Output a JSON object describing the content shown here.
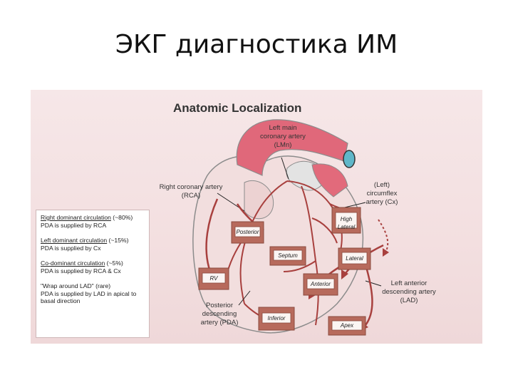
{
  "slide": {
    "title": "ЭКГ диагностика ИМ"
  },
  "figure": {
    "title": "Anatomic Localization",
    "labels": {
      "lmn": "Left main coronary artery (LMn)",
      "rca": "Right coronary artery (RCA)",
      "cx": "(Left) circumflex artery (Cx)",
      "lad": "Left anterior descending artery (LAD)",
      "pda": "Posterior descending artery (PDA)"
    },
    "walls": {
      "high_lateral": "High Lateral",
      "posterior": "Posterior",
      "septum": "Septum",
      "lateral": "Lateral",
      "rv": "RV",
      "anterior": "Anterior",
      "inferior": "Inferior",
      "apex": "Apex"
    },
    "legend": [
      {
        "title": "Right dominant circulation",
        "note": "(~80%)",
        "text": "PDA is supplied by RCA"
      },
      {
        "title": "Left dominant circulation",
        "note": "(~15%)",
        "text": "PDA is supplied by Cx"
      },
      {
        "title": "Co-dominant circulation",
        "note": "(~5%)",
        "text": "PDA is supplied by RCA & Cx"
      },
      {
        "title": "\"Wrap around LAD\"",
        "note": "(rare)",
        "text": "PDA is supplied by LAD in apical to basal direction"
      }
    ],
    "colors": {
      "artery": "#a8403e",
      "brick": "#b76a5c",
      "aorta": "#e05a6e",
      "heart": "#f0dcdc"
    }
  }
}
